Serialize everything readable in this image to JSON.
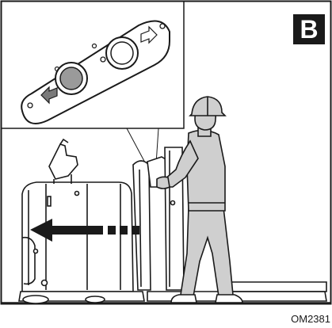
{
  "panel": {
    "letter": "B",
    "figure_code": "OM2381"
  },
  "colors": {
    "line": "#1a1a1a",
    "badge_bg": "#1a1a1a",
    "badge_text": "#ffffff",
    "worker_fill": "#cfcfcf",
    "button_fill": "#9a9a9a",
    "panel_fill": "#ffffff"
  },
  "icons": [
    "left-arrow-icon",
    "right-arrow-icon",
    "travel-direction-arrow"
  ]
}
